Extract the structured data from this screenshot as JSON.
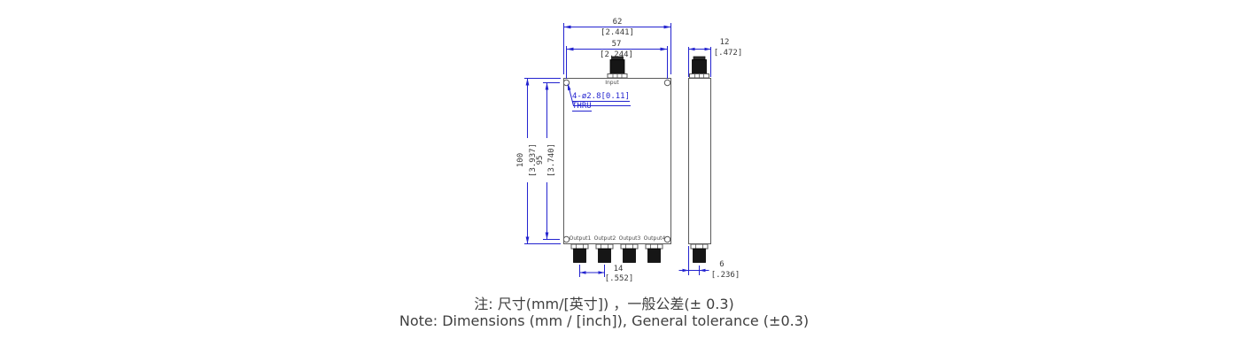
{
  "drawing": {
    "views": {
      "front": {
        "input_label": "Input",
        "output_labels": [
          "Output1",
          "Output2",
          "Output3",
          "Output4"
        ],
        "hole_callout_line1": "4-ø2.8[0.11]",
        "hole_callout_line2": "THRU"
      }
    },
    "dimensions": {
      "overall_width": {
        "mm": "62",
        "inch": "[2.441]"
      },
      "hole_spacing_h": {
        "mm": "57",
        "inch": "[2.244]"
      },
      "side_width": {
        "mm": "12",
        "inch": "[.472]"
      },
      "overall_height": {
        "mm": "100",
        "inch": "[3.937]"
      },
      "hole_spacing_v": {
        "mm": "95",
        "inch": "[3.740]"
      },
      "output_pitch": {
        "mm": "14",
        "inch": "[.552]"
      },
      "connector_offset": {
        "mm": "6",
        "inch": "[.236]"
      }
    },
    "notes": {
      "zh": "注: 尺寸(mm/[英寸]) ，一般公差(± 0.3)",
      "en": "Note: Dimensions (mm / [inch]), General tolerance (±0.3)"
    },
    "colors": {
      "dimension_blue": "#2323cf",
      "outline_gray": "#5a5a5a",
      "connector_black": "#161616",
      "text_dark": "#383838"
    }
  }
}
